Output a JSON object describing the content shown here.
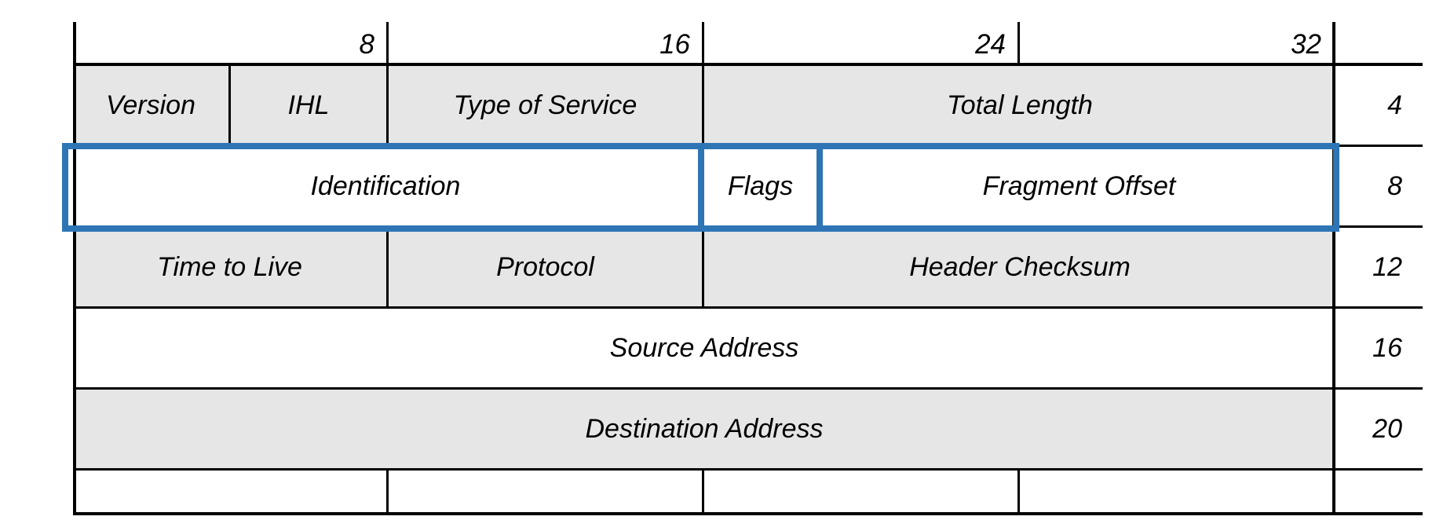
{
  "diagram": {
    "bit_markers": [
      "8",
      "16",
      "24",
      "32"
    ],
    "byte_offsets": [
      "4",
      "8",
      "12",
      "16",
      "20"
    ],
    "rows": [
      {
        "offset": "4",
        "shaded": true,
        "highlighted": false,
        "cells": [
          {
            "label": "Version",
            "bits": 4
          },
          {
            "label": "IHL",
            "bits": 4
          },
          {
            "label": "Type of Service",
            "bits": 8
          },
          {
            "label": "Total Length",
            "bits": 16
          }
        ]
      },
      {
        "offset": "8",
        "shaded": false,
        "highlighted": true,
        "cells": [
          {
            "label": "Identification",
            "bits": 16
          },
          {
            "label": "Flags",
            "bits": 3
          },
          {
            "label": "Fragment Offset",
            "bits": 13
          }
        ]
      },
      {
        "offset": "12",
        "shaded": true,
        "highlighted": false,
        "cells": [
          {
            "label": "Time to Live",
            "bits": 8
          },
          {
            "label": "Protocol",
            "bits": 8
          },
          {
            "label": "Header Checksum",
            "bits": 16
          }
        ]
      },
      {
        "offset": "16",
        "shaded": false,
        "highlighted": false,
        "cells": [
          {
            "label": "Source Address",
            "bits": 32
          }
        ]
      },
      {
        "offset": "20",
        "shaded": true,
        "highlighted": false,
        "cells": [
          {
            "label": "Destination Address",
            "bits": 32
          }
        ]
      }
    ],
    "colors": {
      "shaded_fill": "#e7e6e6",
      "highlight_border": "#2e75b6",
      "line": "#000000",
      "background": "#ffffff"
    }
  }
}
